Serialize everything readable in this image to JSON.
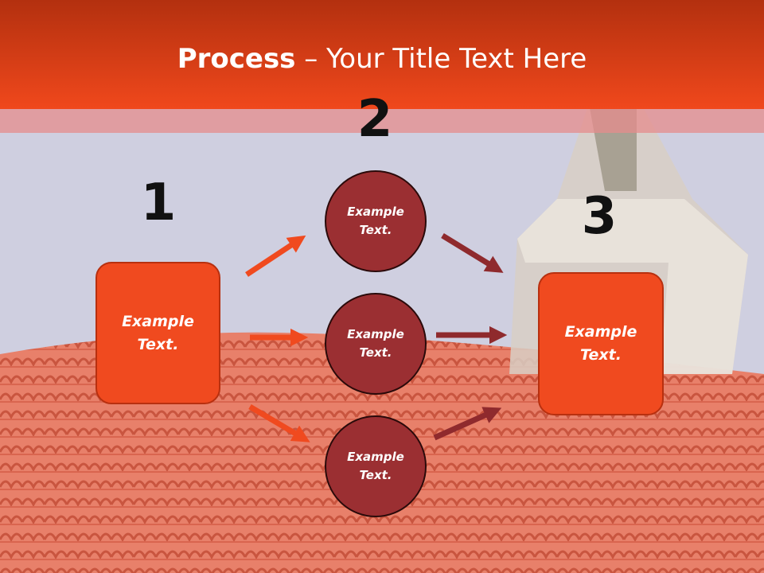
{
  "title": {
    "bold": "Process",
    "rest": " – Your Title Text Here"
  },
  "steps": [
    {
      "number": "1",
      "text": "Example Text."
    },
    {
      "number": "2",
      "texts": [
        "Example Text.",
        "Example Text.",
        "Example Text."
      ]
    },
    {
      "number": "3",
      "text": "Example Text."
    }
  ],
  "colors": {
    "header": "#f0481c",
    "box_fill": "#f04a1f",
    "circle_fill": "#9b2f32",
    "arrow_orange": "#f04a1f",
    "arrow_maroon": "#8f2a2d"
  }
}
